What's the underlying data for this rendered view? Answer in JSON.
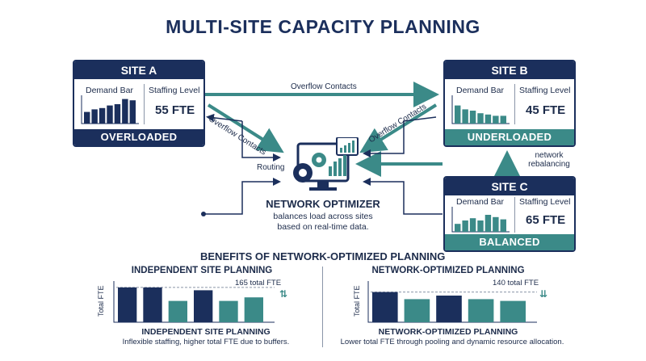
{
  "title": "MULTI-SITE CAPACITY PLANNING",
  "sites": {
    "a": {
      "name": "SITE A",
      "demand_label": "Demand Bar",
      "staffing_label": "Staffing Level",
      "fte": "55 FTE",
      "status": "OVERLOADED",
      "bars": [
        0.45,
        0.55,
        0.6,
        0.7,
        0.75,
        0.95,
        0.9
      ]
    },
    "b": {
      "name": "SITE B",
      "demand_label": "Demand Bar",
      "staffing_label": "Staffing Level",
      "fte": "45 FTE",
      "status": "UNDERLOADED",
      "bars": [
        0.7,
        0.55,
        0.5,
        0.4,
        0.35,
        0.3,
        0.3
      ]
    },
    "c": {
      "name": "SITE C",
      "demand_label": "Demand Bar",
      "staffing_label": "Staffing Level",
      "fte": "65 FTE",
      "status": "BALANCED",
      "bars": [
        0.35,
        0.5,
        0.6,
        0.5,
        0.75,
        0.65,
        0.55
      ]
    }
  },
  "flows": {
    "overflow_top": "Overflow Contacts",
    "overflow_left": "Overflow Contacts",
    "overflow_right": "Overflow Contacts",
    "routing": "Routing",
    "rebalancing_line1": "network",
    "rebalancing_line2": "rebalancing"
  },
  "optimizer": {
    "name": "NETWORK OPTIMIZER",
    "desc_line1": "balances load across sites",
    "desc_line2": "based on real-time data."
  },
  "benefits": {
    "heading": "BENEFITS OF NETWORK-OPTIMIZED PLANNING",
    "independent": {
      "title": "INDEPENDENT SITE PLANNING",
      "axis": "Total FTE",
      "total": "165 total FTE",
      "caption_title": "INDEPENDENT SITE PLANNING",
      "caption": "Inflexible staffing, higher total FTE due to buffers.",
      "bars": [
        0.98,
        0.98,
        0.6,
        0.9,
        0.6,
        0.7
      ],
      "colors": [
        "#1b2f5c",
        "#1b2f5c",
        "#3b8a88",
        "#1b2f5c",
        "#3b8a88",
        "#3b8a88"
      ]
    },
    "optimized": {
      "title": "NETWORK-OPTIMIZED PLANNING",
      "axis": "Total FTE",
      "total": "140 total FTE",
      "caption_title": "NETWORK-OPTIMIZED PLANNING",
      "caption": "Lower total FTE through pooling and dynamic resource allocation.",
      "bars": [
        0.85,
        0.65,
        0.75,
        0.65,
        0.6
      ],
      "colors": [
        "#1b2f5c",
        "#3b8a88",
        "#1b2f5c",
        "#3b8a88",
        "#3b8a88"
      ]
    }
  },
  "colors": {
    "navy": "#1b2f5c",
    "teal": "#3b8a88"
  }
}
